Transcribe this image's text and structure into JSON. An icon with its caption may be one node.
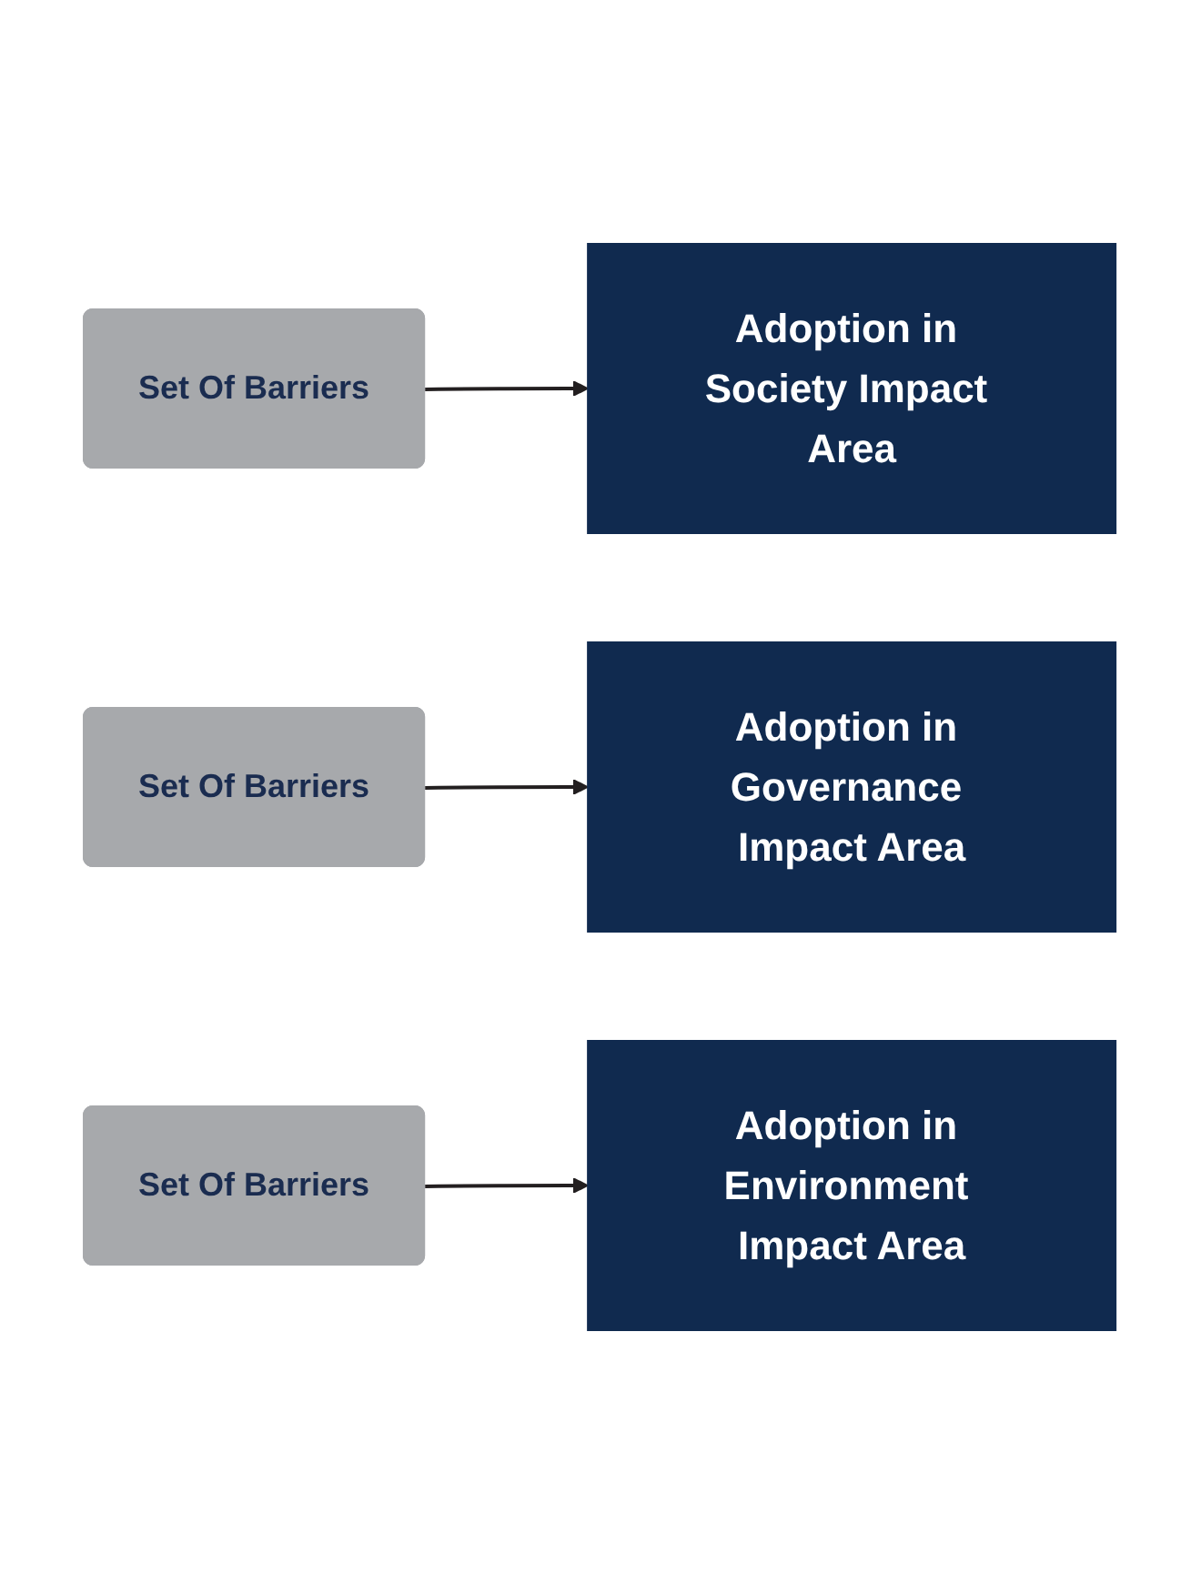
{
  "diagram": {
    "nodes": [
      {
        "text": [
          "Set Of Barriers"
        ]
      },
      {
        "text": [
          "Adoption in Society Impact Area"
        ]
      },
      {
        "text": [
          "Set Of Barriers"
        ]
      },
      {
        "text": [
          "Adoption in Governance Impact Area"
        ]
      },
      {
        "text": [
          "Set Of Barriers"
        ]
      },
      {
        "text": [
          "Adoption in Environment Impact Area"
        ]
      }
    ],
    "edges": [
      {
        "from": 0,
        "to": 1,
        "arrow": "to"
      },
      {
        "from": 2,
        "to": 3,
        "arrow": "to"
      },
      {
        "from": 4,
        "to": 5,
        "arrow": "to"
      }
    ]
  }
}
